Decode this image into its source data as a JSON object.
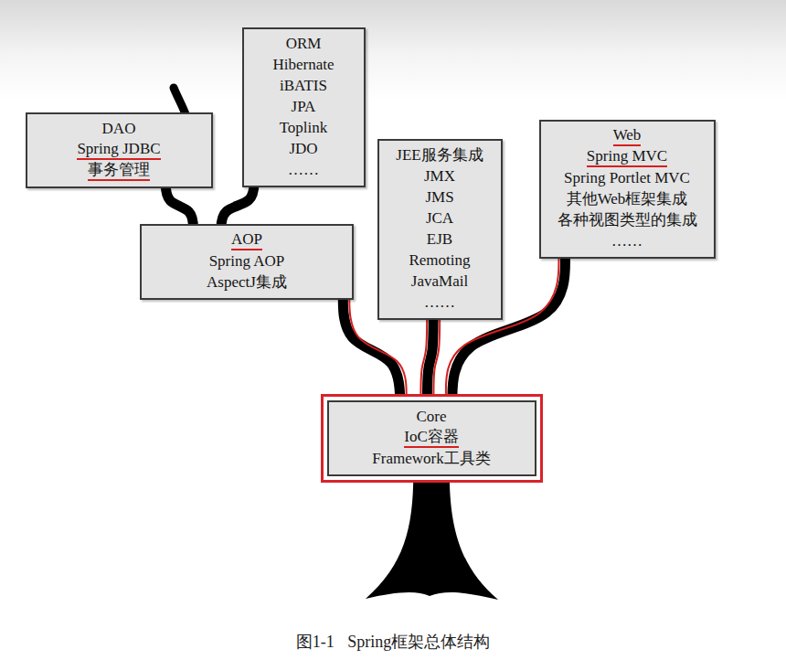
{
  "diagram": {
    "caption": "图1-1 Spring框架总体结构",
    "nodes": [
      {
        "text": [
          "DAO",
          "Spring JDBC",
          "事务管理"
        ]
      },
      {
        "text": [
          "ORM",
          "Hibernate",
          "iBATIS",
          "JPA",
          "Toplink",
          "JDO",
          "……"
        ]
      },
      {
        "text": [
          "JEE服务集成",
          "JMX",
          "JMS",
          "JCA",
          "EJB",
          "Remoting",
          "JavaMail",
          "……"
        ]
      },
      {
        "text": [
          "Web",
          "Spring MVC",
          "Spring Portlet MVC",
          "其他Web框架集成",
          "各种视图类型的集成",
          "……"
        ]
      },
      {
        "text": [
          "AOP",
          "Spring AOP",
          "AspectJ集成"
        ]
      },
      {
        "text": [
          "Core",
          "IoC容器",
          "Framework工具类"
        ]
      }
    ],
    "edges": [
      {
        "from": 5,
        "to": 4,
        "arrow": "none"
      },
      {
        "from": 5,
        "to": 2,
        "arrow": "none"
      },
      {
        "from": 5,
        "to": 3,
        "arrow": "none"
      },
      {
        "from": 4,
        "to": 0,
        "arrow": "none"
      },
      {
        "from": 4,
        "to": 1,
        "arrow": "none"
      }
    ]
  }
}
